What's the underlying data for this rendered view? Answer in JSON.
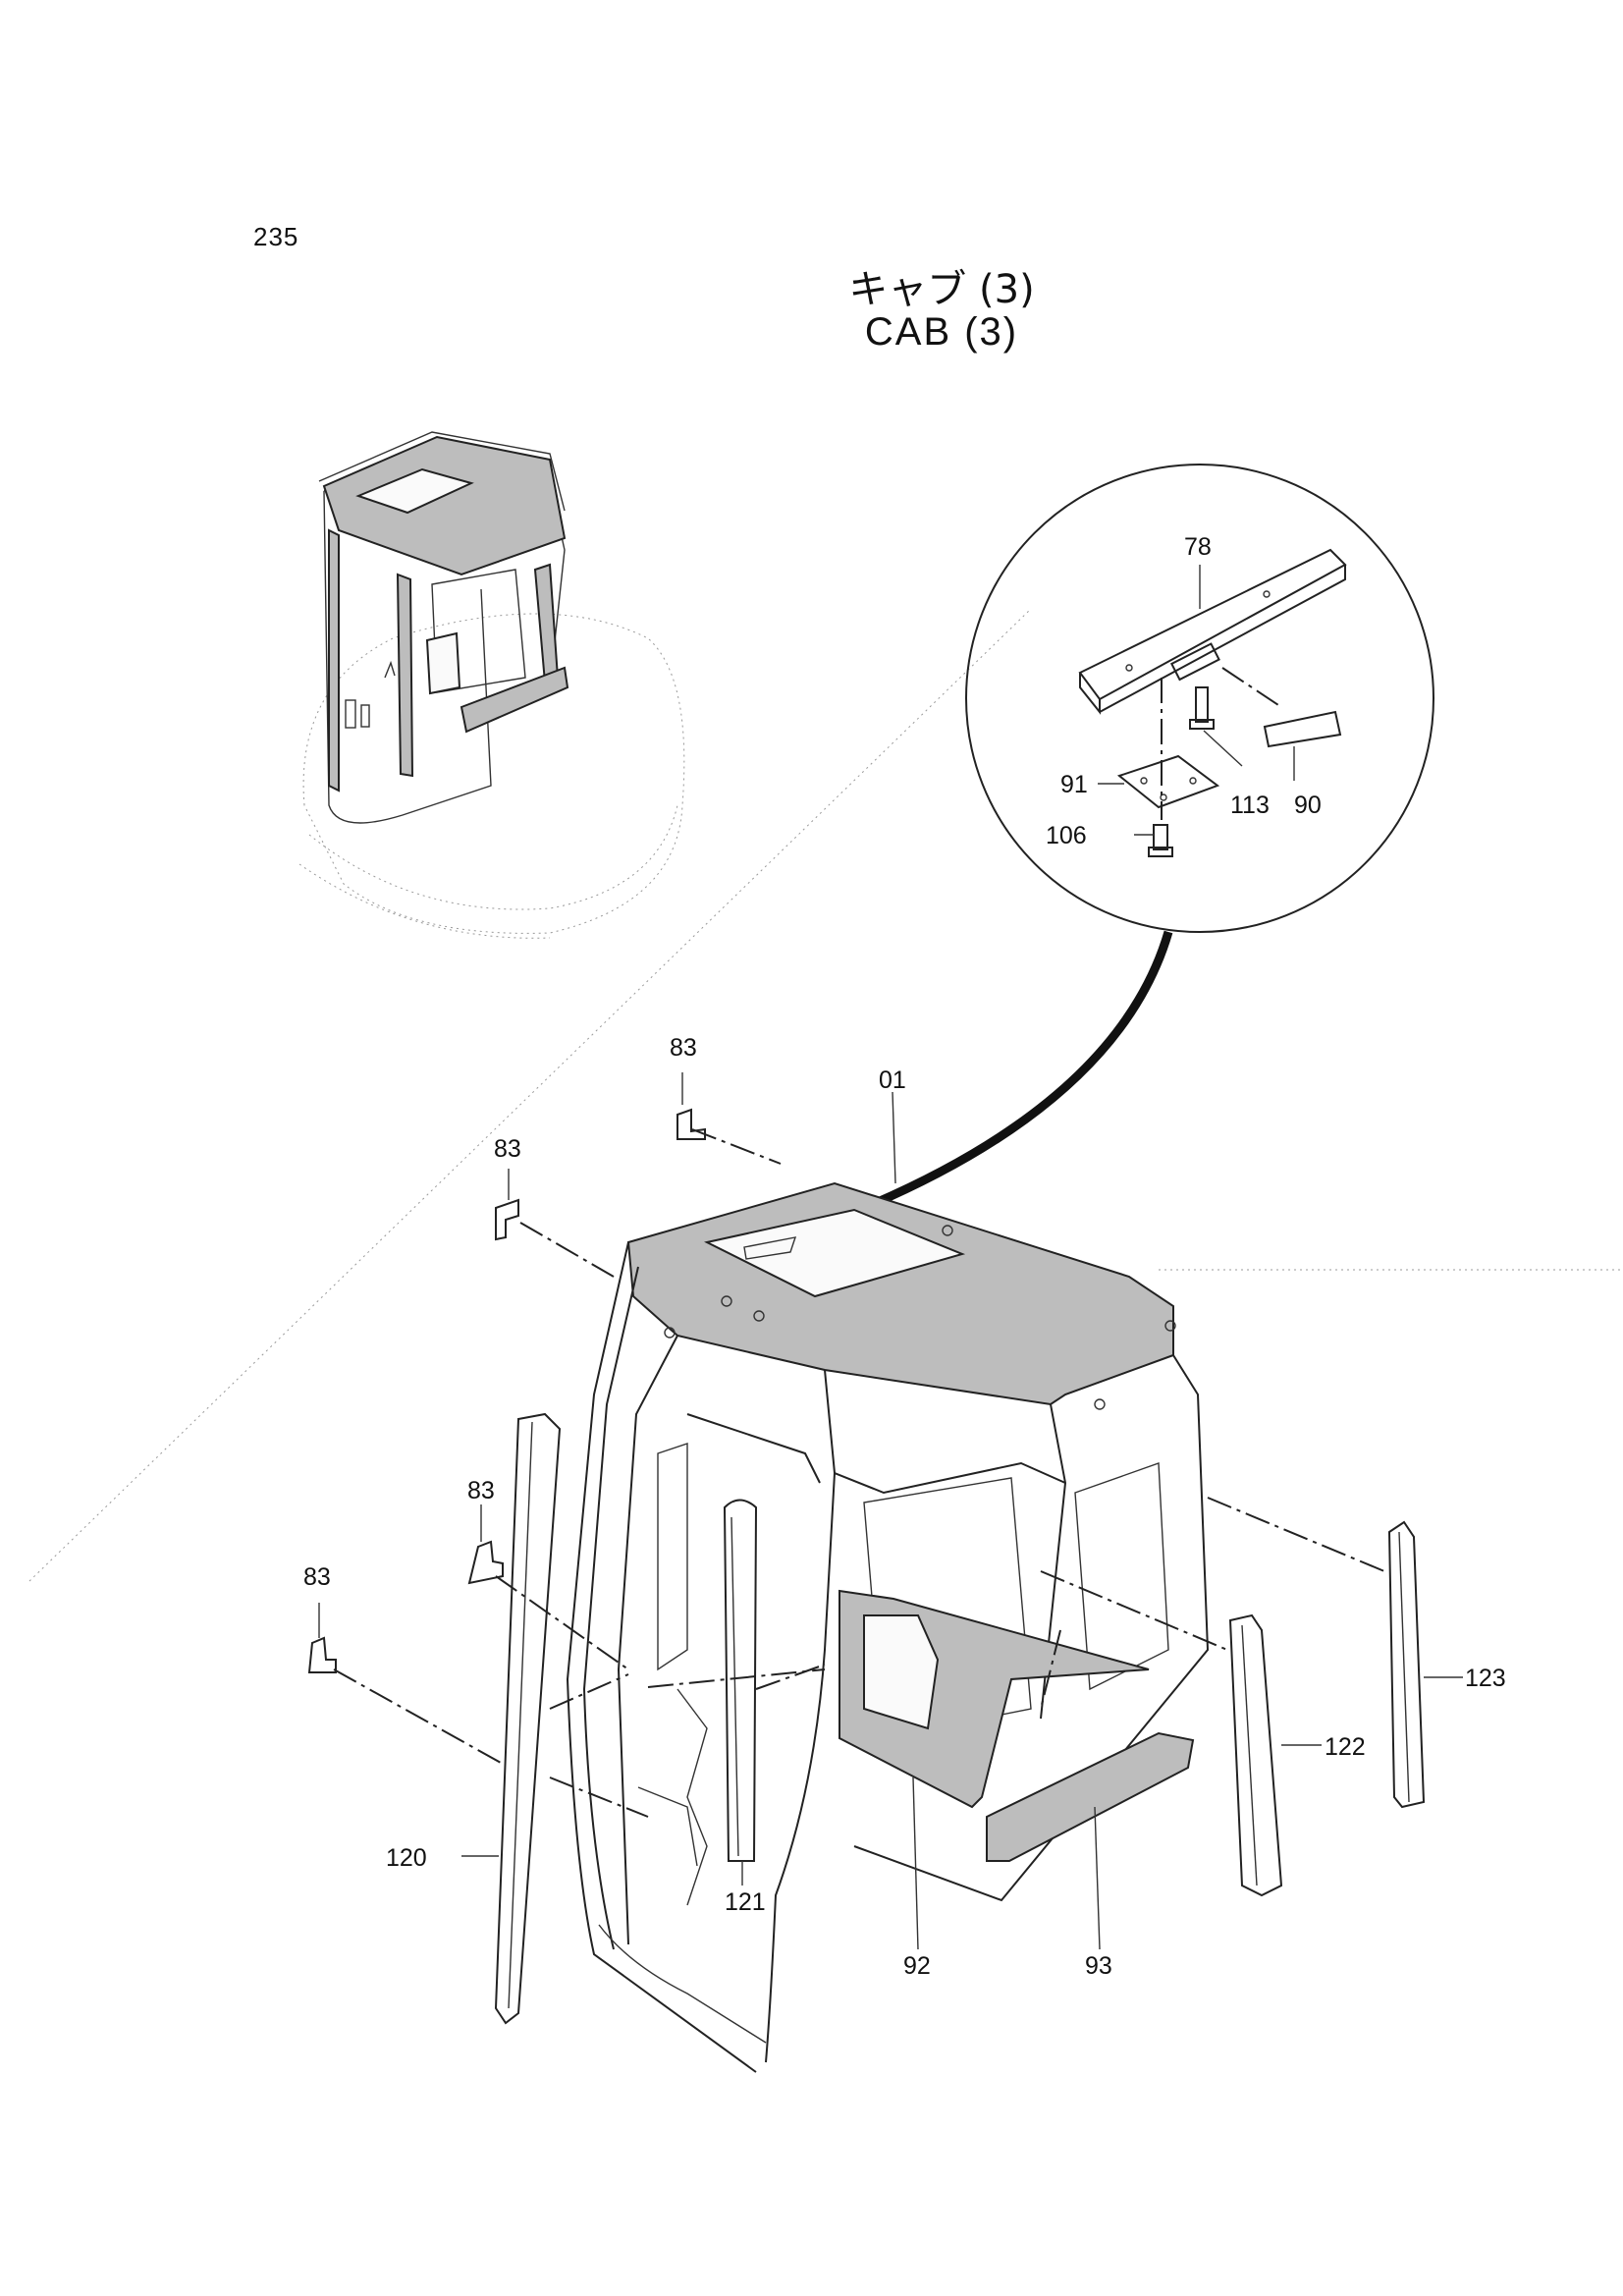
{
  "page": {
    "number": "235"
  },
  "title": {
    "jp": "キャブ (3)",
    "en": "CAB (3)"
  },
  "callouts": {
    "c78": "78",
    "c91": "91",
    "c113": "113",
    "c90": "90",
    "c106": "106",
    "c83a": "83",
    "c01": "01",
    "c83b": "83",
    "c83c": "83",
    "c83d": "83",
    "c123": "123",
    "c122": "122",
    "c120": "120",
    "c121": "121",
    "c92": "92",
    "c93": "93"
  },
  "colors": {
    "line": "#222222",
    "panel": "#bdbdbd",
    "background": "#ffffff"
  }
}
